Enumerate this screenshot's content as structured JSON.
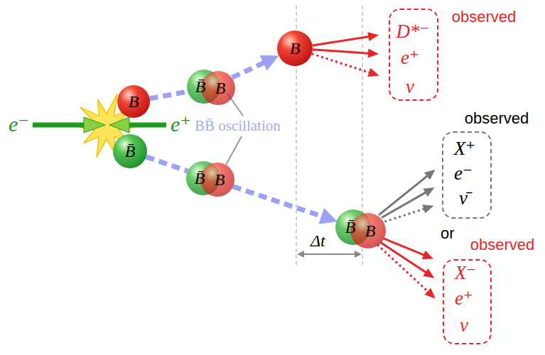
{
  "diagram": {
    "nodes": [
      {
        "text": [
          "B"
        ]
      },
      {
        "text": [
          "B̄"
        ]
      },
      {
        "text": [
          "B̄",
          "B"
        ]
      },
      {
        "text": [
          "B̄",
          "B"
        ]
      },
      {
        "text": [
          "B"
        ]
      },
      {
        "text": [
          "B̄",
          "B"
        ]
      },
      {
        "text": [
          "observed",
          "D*⁻",
          "e⁺",
          "ν"
        ]
      },
      {
        "text": [
          "observed",
          "X⁺",
          "e⁻",
          "ν̄"
        ]
      },
      {
        "text": [
          "observed",
          "X⁻",
          "e⁺",
          "ν"
        ]
      }
    ],
    "edges": [
      {
        "from": 0,
        "to": 2,
        "arrow": "none"
      },
      {
        "from": 2,
        "to": 4,
        "arrow": "to"
      },
      {
        "from": 1,
        "to": 3,
        "arrow": "none"
      },
      {
        "from": 3,
        "to": 5,
        "arrow": "to"
      },
      {
        "from": 4,
        "to": 6,
        "arrow": "to"
      },
      {
        "from": 4,
        "to": 6,
        "arrow": "to"
      },
      {
        "from": 4,
        "to": 6,
        "arrow": "to"
      },
      {
        "from": 5,
        "to": 7,
        "arrow": "to"
      },
      {
        "from": 5,
        "to": 7,
        "arrow": "to"
      },
      {
        "from": 5,
        "to": 7,
        "arrow": "to"
      },
      {
        "from": 5,
        "to": 8,
        "arrow": "to"
      },
      {
        "from": 5,
        "to": 8,
        "arrow": "to"
      },
      {
        "from": 5,
        "to": 8,
        "arrow": "to"
      }
    ],
    "labels": [
      "e⁻",
      "e⁺",
      "BB̄ oscillation",
      "Δt",
      "or"
    ]
  }
}
